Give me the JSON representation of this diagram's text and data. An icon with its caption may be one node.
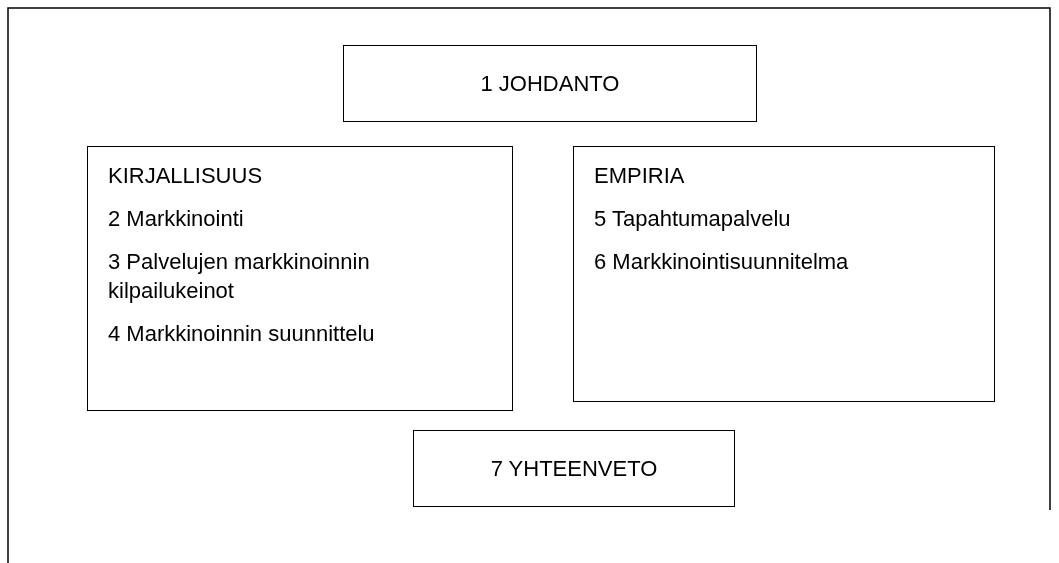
{
  "diagram": {
    "nodes": [
      {
        "text": [
          "1 JOHDANTO"
        ]
      },
      {
        "text": [
          "KIRJALLISUUS",
          "2 Markkinointi",
          "3 Palvelujen markkinoinnin kilpailukeinot",
          "4 Markkinoinnin suunnittelu"
        ]
      },
      {
        "text": [
          "EMPIRIA",
          "5 Tapahtumapalvelu",
          "6 Markkinointisuunnitelma"
        ]
      },
      {
        "text": [
          "7 YHTEENVETO"
        ]
      }
    ],
    "edges": []
  }
}
